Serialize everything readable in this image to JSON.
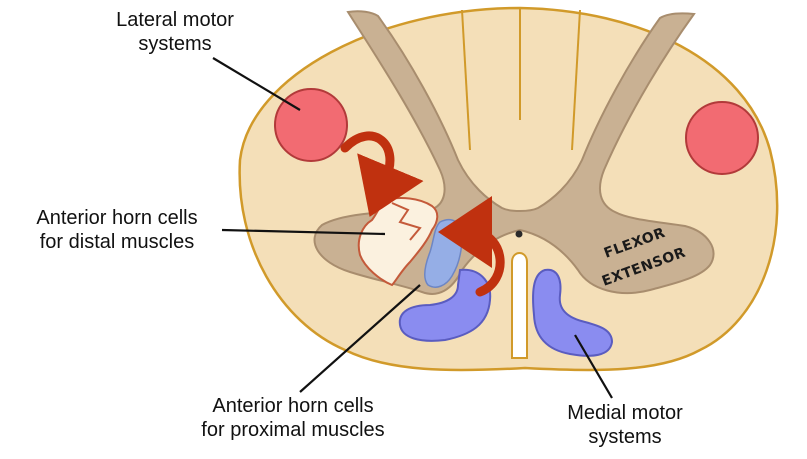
{
  "labels": {
    "lateral": {
      "line1": "Lateral motor",
      "line2": "systems"
    },
    "distal": {
      "line1": "Anterior horn cells",
      "line2": "for distal muscles"
    },
    "proximal": {
      "line1": "Anterior horn cells",
      "line2": "for proximal muscles"
    },
    "medial": {
      "line1": "Medial motor",
      "line2": "systems"
    }
  },
  "region_text": {
    "flexor": "FLEXOR",
    "extensor": "EXTENSOR"
  },
  "colors": {
    "white_matter": "#f4dfb8",
    "gray_matter": "#c9b193",
    "outline": "#d19a2a",
    "lateral_tract": "#f26b72",
    "medial_tract": "#8a8cf0",
    "proximal_cells": "#95aee6",
    "distal_cells": "#fbf1df",
    "arrow": "#c0310f"
  }
}
